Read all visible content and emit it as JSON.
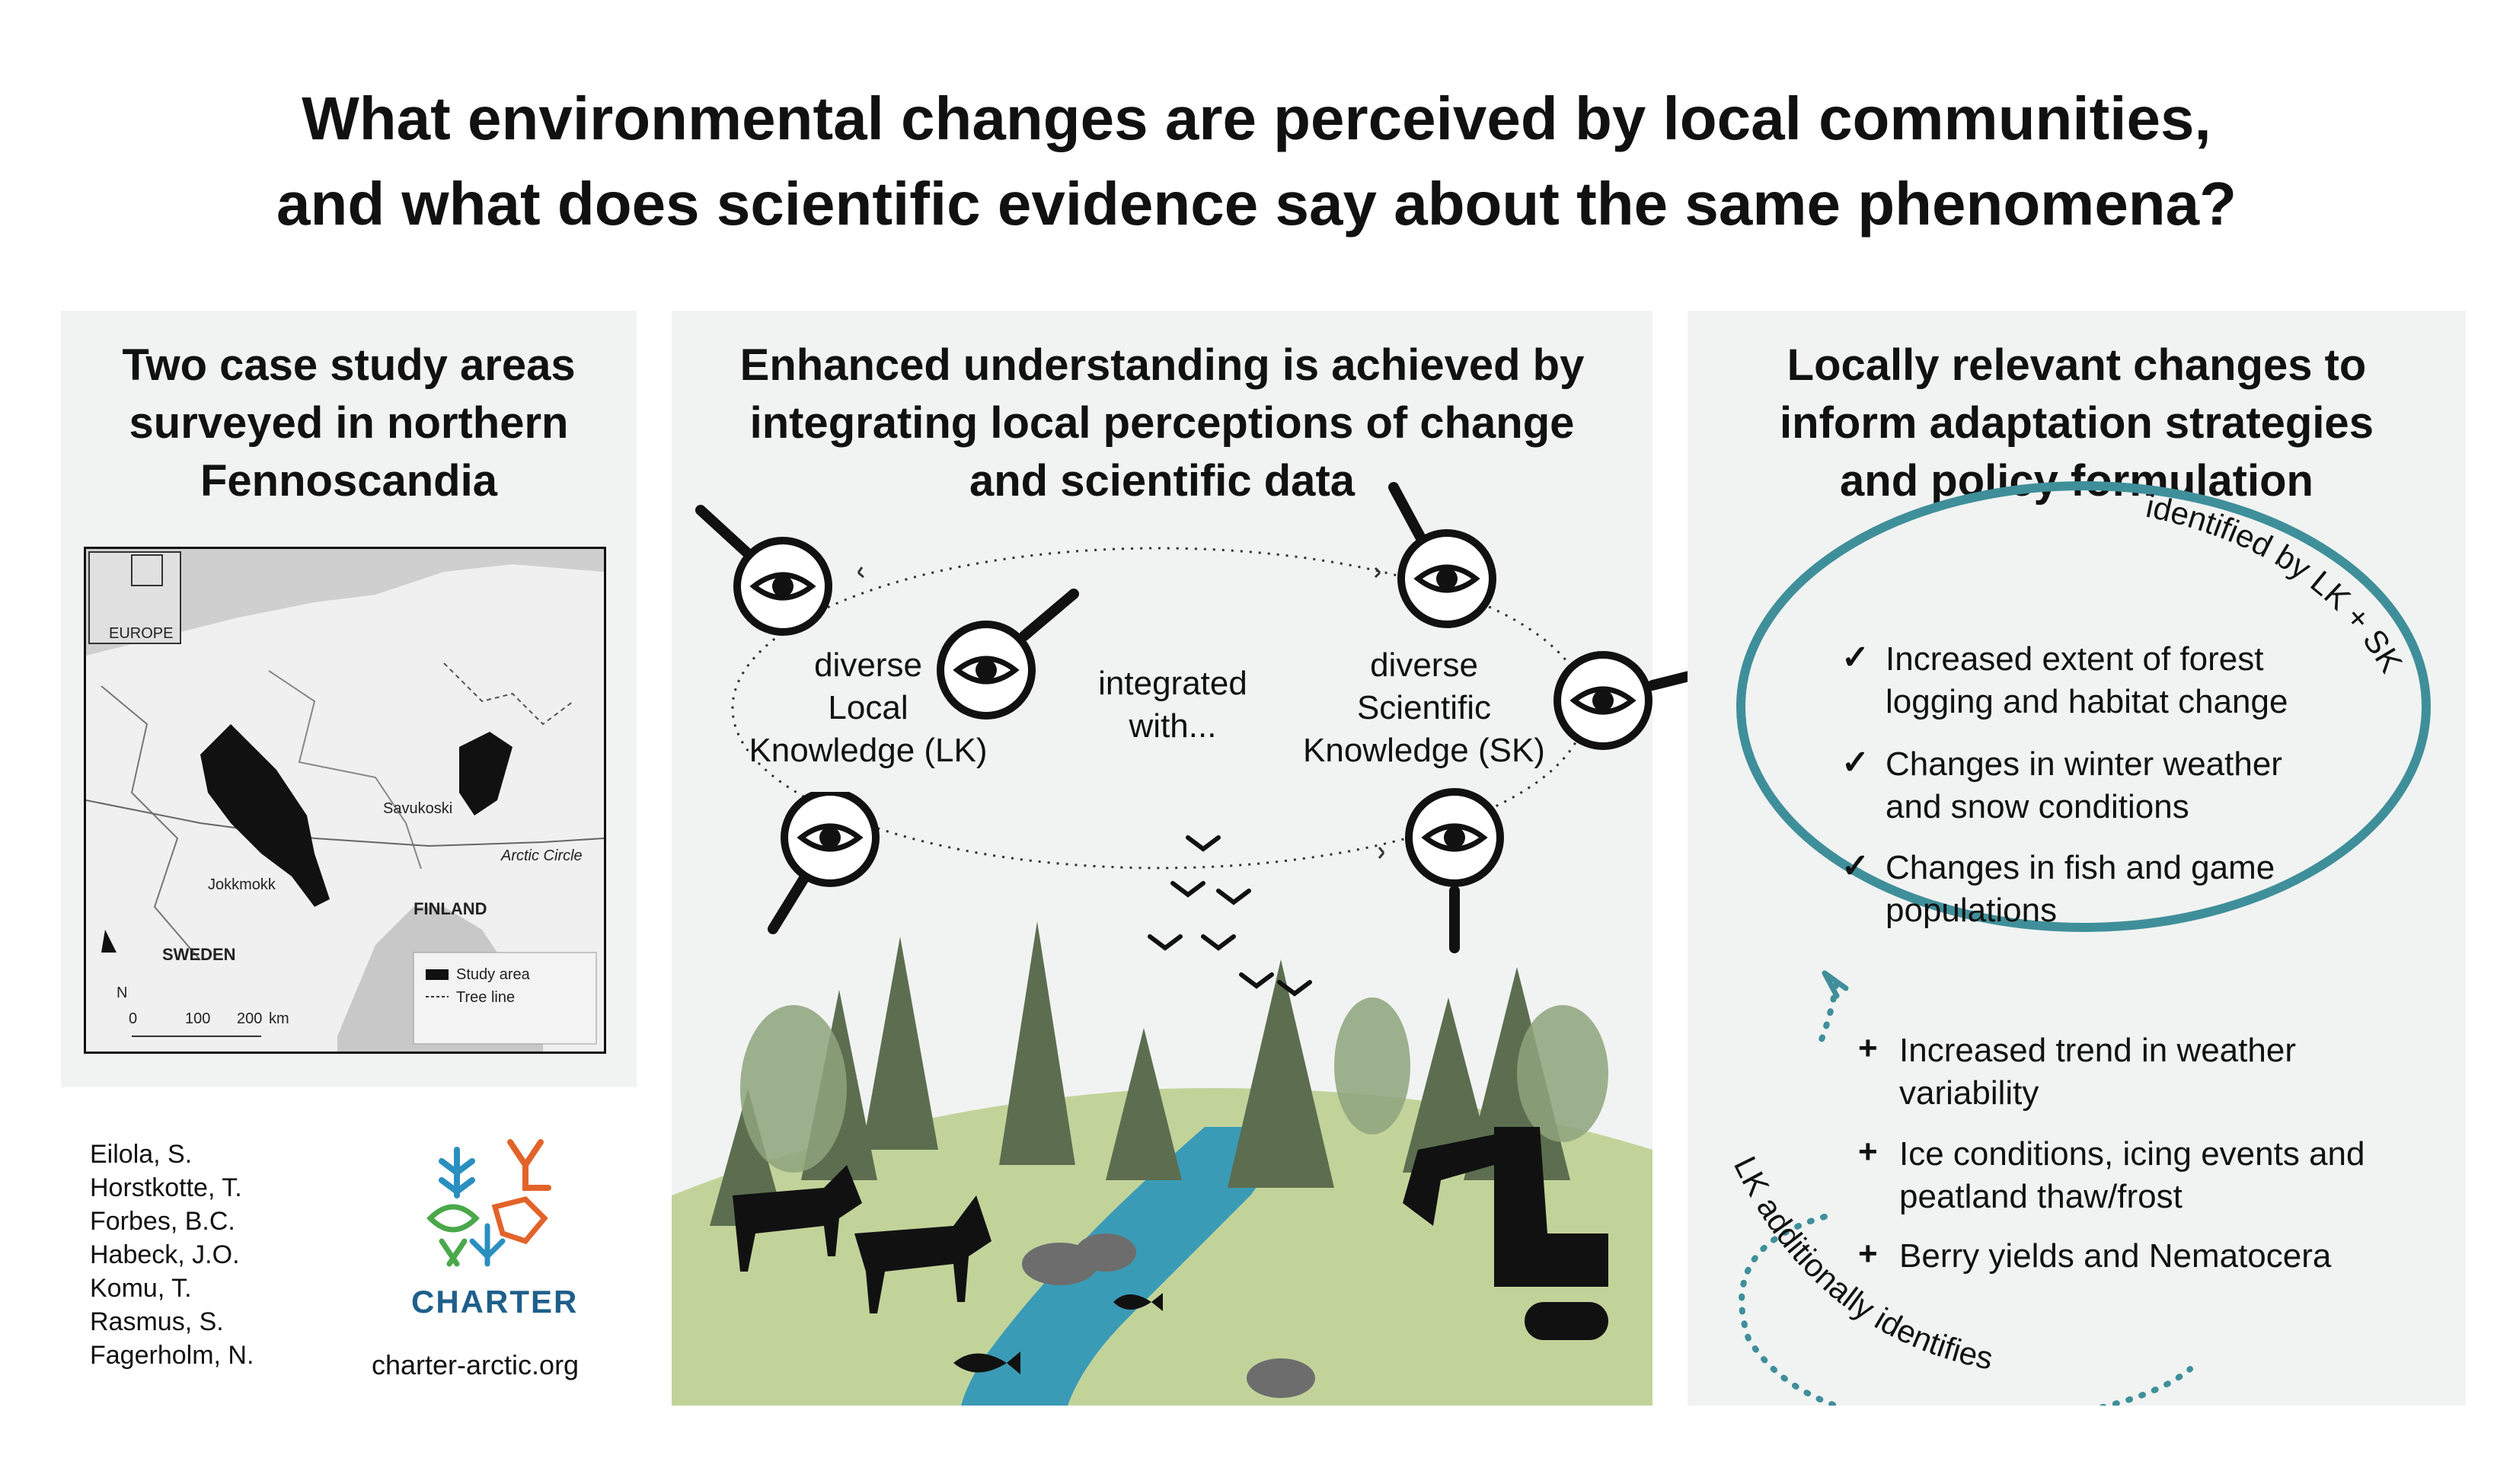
{
  "title": {
    "line1": "What environmental changes are perceived by local communities,",
    "line2": "and what does scientific evidence say about the same phenomena?"
  },
  "left_panel": {
    "heading": [
      "Two case study areas",
      "surveyed in northern",
      "Fennoscandia"
    ],
    "map": {
      "inset_label": "EUROPE",
      "places": [
        "Savukoski",
        "Jokkmokk",
        "FINLAND",
        "SWEDEN"
      ],
      "arctic_circle": "Arctic Circle",
      "legend": [
        "Study area",
        "Tree line"
      ],
      "scale": [
        "0",
        "100",
        "200",
        "km"
      ],
      "north": "N"
    }
  },
  "authors": [
    "Eilola, S.",
    "Horstkotte, T.",
    "Forbes, B.C.",
    "Habeck, J.O.",
    "Komu, T.",
    "Rasmus, S.",
    "Fagerholm, N."
  ],
  "logo": {
    "name": "CHARTER",
    "url": "charter-arctic.org"
  },
  "middle_panel": {
    "heading": [
      "Enhanced understanding is achieved by",
      "integrating local perceptions of change",
      "and scientific data"
    ],
    "lk": [
      "diverse",
      "Local",
      "Knowledge (LK)"
    ],
    "sk": [
      "diverse",
      "Scientific",
      "Knowledge (SK)"
    ],
    "integrated": [
      "integrated",
      "with..."
    ]
  },
  "right_panel": {
    "heading": [
      "Locally relevant changes to",
      "inform adaptation strategies",
      "and policy formulation"
    ],
    "arc_label_top": "identified by LK + SK",
    "arc_label_bottom": "LK additionally identifies",
    "check_items": [
      [
        "Increased extent of forest",
        "logging and habitat change"
      ],
      [
        "Changes in winter weather",
        "and snow conditions"
      ],
      [
        "Changes in fish and game",
        "populations"
      ]
    ],
    "plus_items": [
      [
        "Increased trend in weather",
        "variability"
      ],
      [
        "Ice conditions, icing events and",
        "peatland thaw/frost"
      ],
      [
        "Berry yields and Nematocera"
      ]
    ],
    "check_symbol": "✓",
    "plus_symbol": "+"
  },
  "colors": {
    "teal": "#3f8f9a",
    "panel": "#f1f3f2",
    "river": "#3a9bb6",
    "ground": "#c2d39a",
    "tree": "#5c6e4f",
    "logo_blue": "#1f5f8b"
  }
}
